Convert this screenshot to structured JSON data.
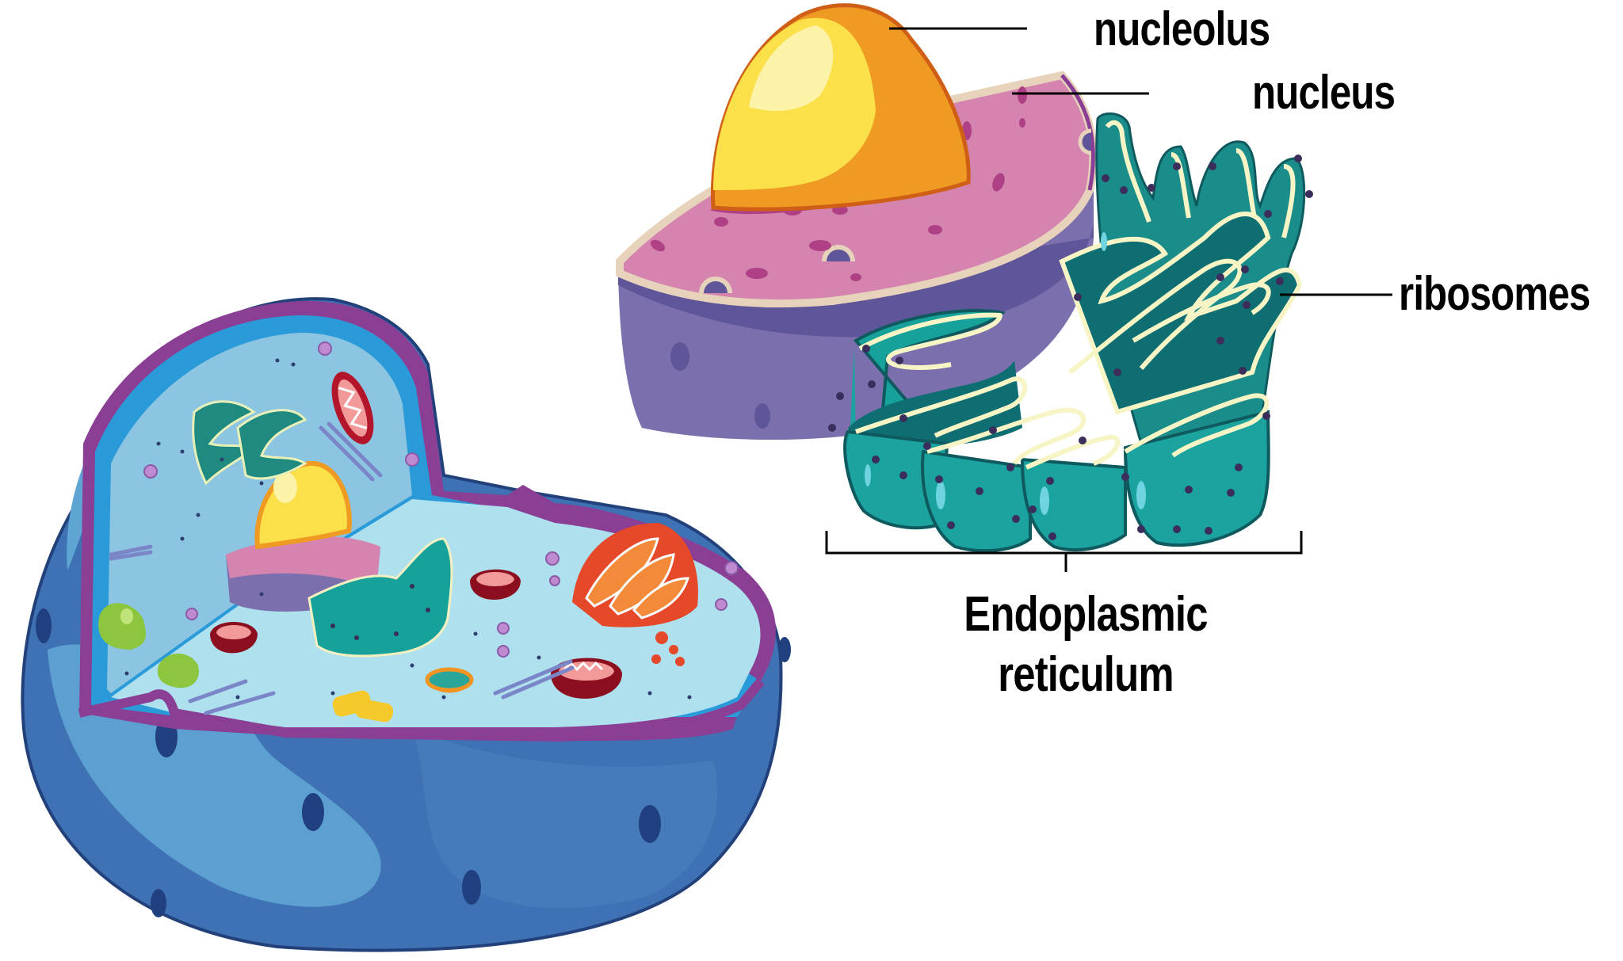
{
  "diagram": {
    "subject": "Animal cell with enlarged nucleus and endoplasmic reticulum",
    "labels": {
      "nucleolus": "nucleolus",
      "nucleus": "nucleus",
      "ribosomes": "ribosomes",
      "er_line1": "Endoplasmic",
      "er_line2": "reticulum"
    },
    "colors": {
      "background": "#ffffff",
      "cell_outer": "#3f72b5",
      "cell_outer_light": "#5b9bd0",
      "cell_membrane": "#8a3f95",
      "cytoplasm": "#a7dbea",
      "cytoplasm_wall": "#2a9bd8",
      "nucleolus_yellow": "#fbe04a",
      "nucleolus_orange": "#ef9a22",
      "nucleus_pink": "#d584b0",
      "nucleus_purple": "#7b6fad",
      "er_teal": "#1aa39f",
      "er_dark": "#136e73",
      "er_outline": "#f7f5c5",
      "ribosome": "#3b2d5c",
      "golgi": "#f06a2b",
      "mitochondria": "#b3162a",
      "vacuole": "#8cc63f",
      "vesicle": "#c08ad0",
      "label_text": "#000000"
    },
    "organelles_shown": [
      "cell membrane",
      "cytoplasm",
      "nucleus",
      "nucleolus",
      "rough endoplasmic reticulum",
      "ribosomes",
      "golgi apparatus",
      "mitochondria",
      "vacuoles",
      "vesicles",
      "centrioles",
      "lysosome",
      "microtubules"
    ]
  }
}
